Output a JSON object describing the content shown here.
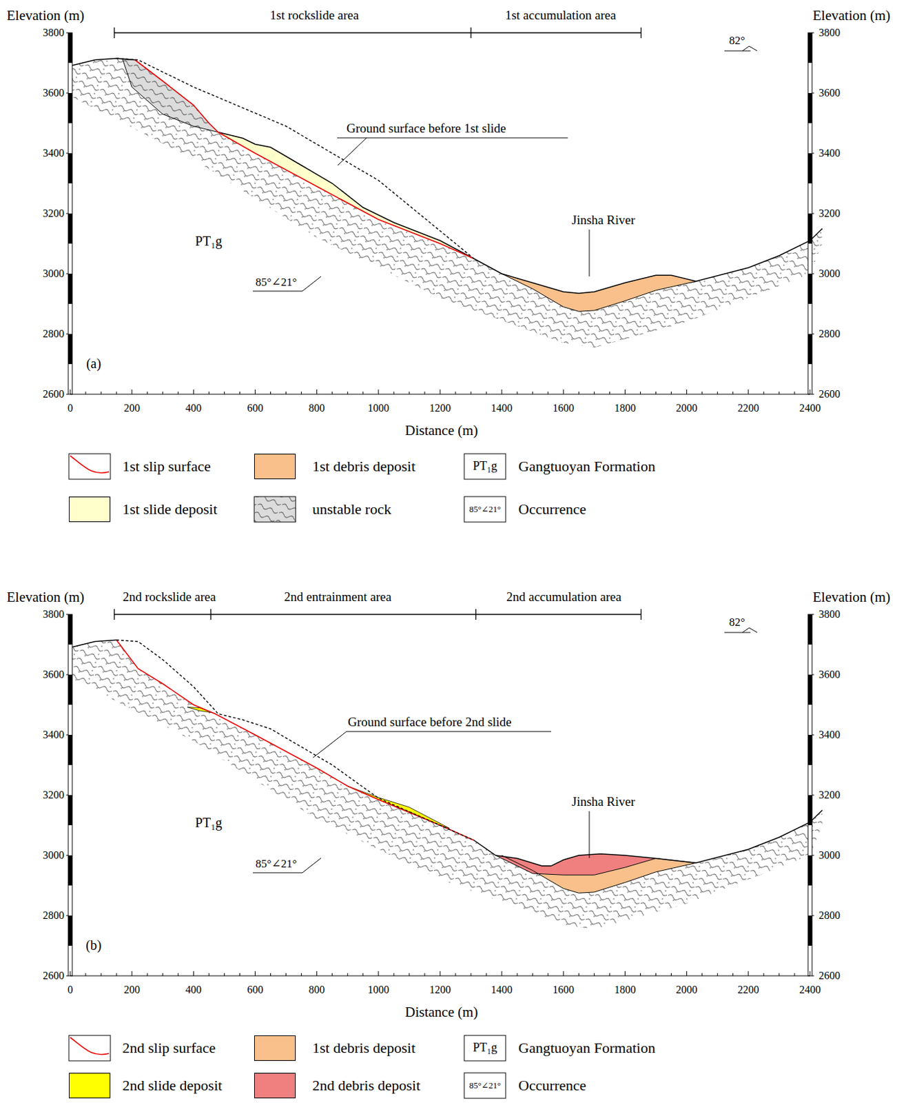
{
  "diagram": {
    "labels": [
      "Elevation (m)",
      "Elevation (m)",
      "3800",
      "3600",
      "3400",
      "3200",
      "3000",
      "2800",
      "2600",
      "3800",
      "3600",
      "3400",
      "3200",
      "3000",
      "2800",
      "2600",
      "0",
      "200",
      "400",
      "600",
      "800",
      "1000",
      "1200",
      "1400",
      "1600",
      "1800",
      "2000",
      "2200",
      "2400",
      "Distance (m)",
      "1st rockslide area",
      "1st accumulation area",
      "82°",
      "Ground surface before 1st slide",
      "Jinsha River",
      "PT₁g",
      "85°∠21°",
      "(a)",
      "Elevation (m)",
      "Elevation (m)",
      "3800",
      "3600",
      "3400",
      "3200",
      "3000",
      "2800",
      "2600",
      "3800",
      "3600",
      "3400",
      "3200",
      "3000",
      "2800",
      "2600",
      "0",
      "200",
      "400",
      "600",
      "800",
      "1000",
      "1200",
      "1400",
      "1600",
      "1800",
      "2000",
      "2200",
      "2400",
      "Distance (m)",
      "2nd rockslide area",
      "2nd entrainment area",
      "2nd accumulation area",
      "82°",
      "Ground surface before 2nd slide",
      "Jinsha River",
      "PT₁g",
      "85°∠21°",
      "(b)",
      "PT₁g",
      "85°∠21°",
      "PT₁g",
      "85°∠21°"
    ],
    "legend": [
      {
        "text": "1st slip surface"
      },
      {
        "text": "1st debris deposit",
        "color": "#f9c08b"
      },
      {
        "text": "Gangtuoyan Formation"
      },
      {
        "text": "1st slide deposit",
        "color": "#ffffcc"
      },
      {
        "text": "unstable rock"
      },
      {
        "text": "Occurrence"
      },
      {
        "text": "2nd slip surface"
      },
      {
        "text": "1st debris deposit",
        "color": "#f9c08b"
      },
      {
        "text": "Gangtuoyan Formation"
      },
      {
        "text": "2nd slide deposit",
        "color": "#ffff00"
      },
      {
        "text": "2nd debris deposit",
        "color": "#f08080"
      },
      {
        "text": "Occurrence"
      }
    ]
  }
}
